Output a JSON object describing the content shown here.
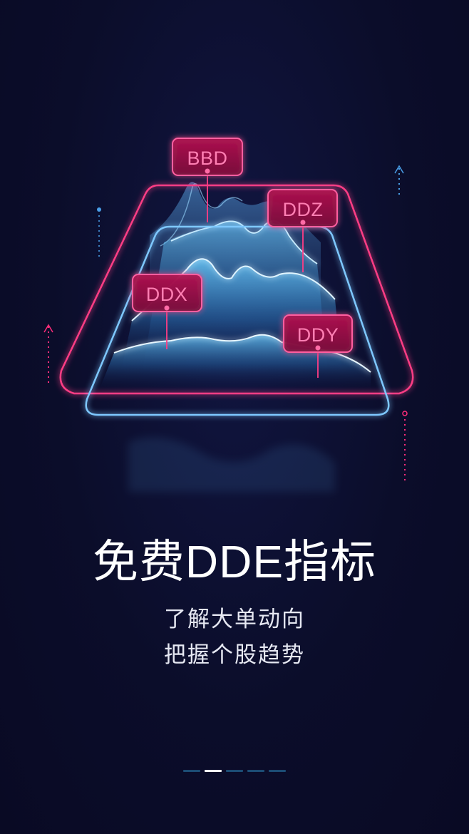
{
  "illustration": {
    "tags": [
      "BBD",
      "DDZ",
      "DDX",
      "DDY"
    ]
  },
  "headline": "免费DDE指标",
  "subtitle_lines": [
    "了解大单动向",
    "把握个股趋势"
  ],
  "pager": {
    "total": 5,
    "active_index": 1
  },
  "colors": {
    "background": "#0b0d2a",
    "accent_pink": "#ff2d7a",
    "accent_blue": "#5ab8ff",
    "active_dot": "#ffffff",
    "inactive_dot": "#1c4c74"
  }
}
